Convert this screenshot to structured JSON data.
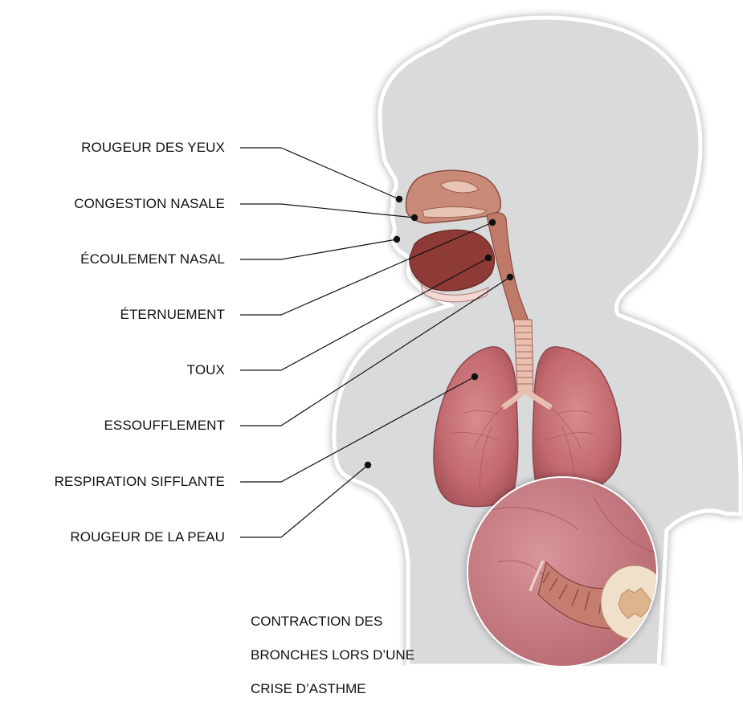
{
  "labels": [
    "ROUGEUR DES YEUX",
    "CONGESTION NASALE",
    "ÉCOULEMENT NASAL",
    "ÉTERNUEMENT",
    "TOUX",
    "ESSOUFFLEMENT",
    "RESPIRATION SIFFLANTE",
    "ROUGEUR DE LA PEAU"
  ],
  "caption": {
    "line1": "CONTRACTION DES",
    "line2": "BRONCHES LORS D’UNE",
    "line3": "CRISE D’ASTHME"
  }
}
